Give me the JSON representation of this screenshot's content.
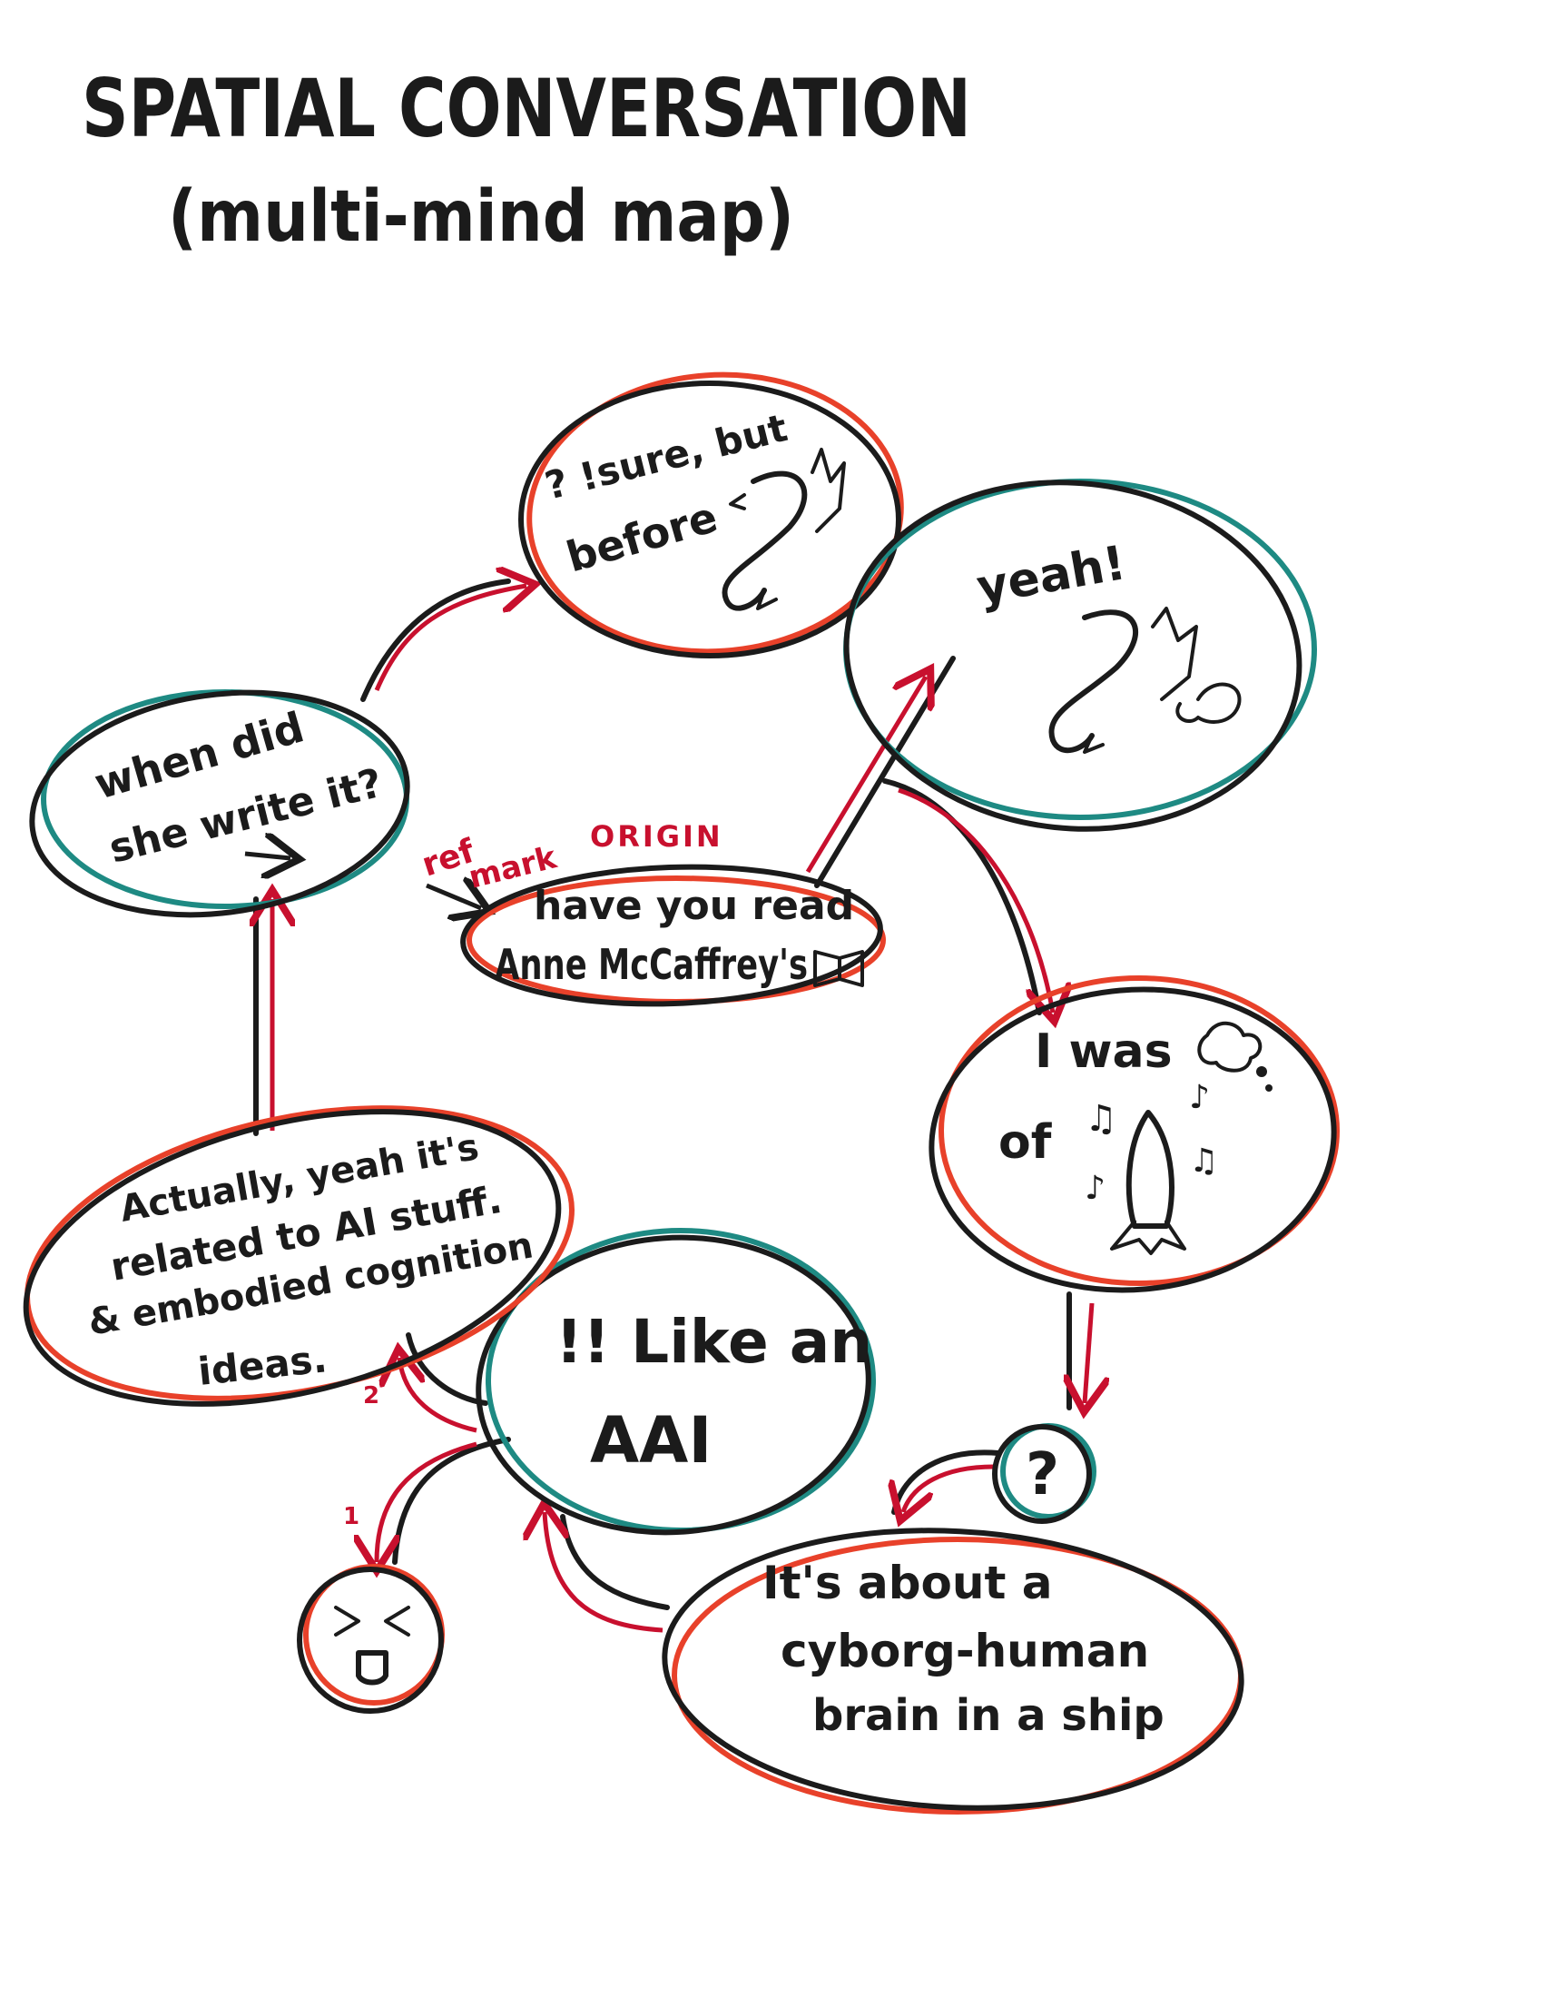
{
  "title": {
    "line1": "SPATIAL CONVERSATION",
    "line2": "(multi-mind map)"
  },
  "colors": {
    "ink": "#1b1b1b",
    "red": "#e8412a",
    "teal": "#1e8a83",
    "arrow": "#c8102e"
  },
  "annotations": {
    "ref": "ref",
    "mark": "mark",
    "origin": "ORIGIN"
  },
  "nodes": {
    "origin": {
      "line1": "have you read",
      "line2": "Anne McCaffrey's",
      "icon": "book-icon"
    },
    "sure_but_before": {
      "line1": "? !sure, but",
      "line2": "before",
      "icon": "dragon-icon"
    },
    "yeah": {
      "line1": "yeah!",
      "icon": "dragon-heart-icon"
    },
    "i_was_of": {
      "line1": "I was",
      "line2": "of",
      "icon": "rocket-icon"
    },
    "question": {
      "line1": "?"
    },
    "its_about": {
      "line1": "It's about a",
      "line2": "cyborg-human",
      "line3": "brain in a ship"
    },
    "like_an_aai": {
      "line1": "!! Like an",
      "line2": "AAI"
    },
    "actually": {
      "line1": "Actually, yeah it's",
      "line2": "related to AI stuff.",
      "line3": "& embodied cognition",
      "line4": "ideas."
    },
    "when_did": {
      "line1": "when did",
      "line2": "she write it?"
    },
    "face": {
      "icon": "squint-face-icon"
    }
  },
  "arrow_labels": {
    "first": "1",
    "second": "2"
  }
}
